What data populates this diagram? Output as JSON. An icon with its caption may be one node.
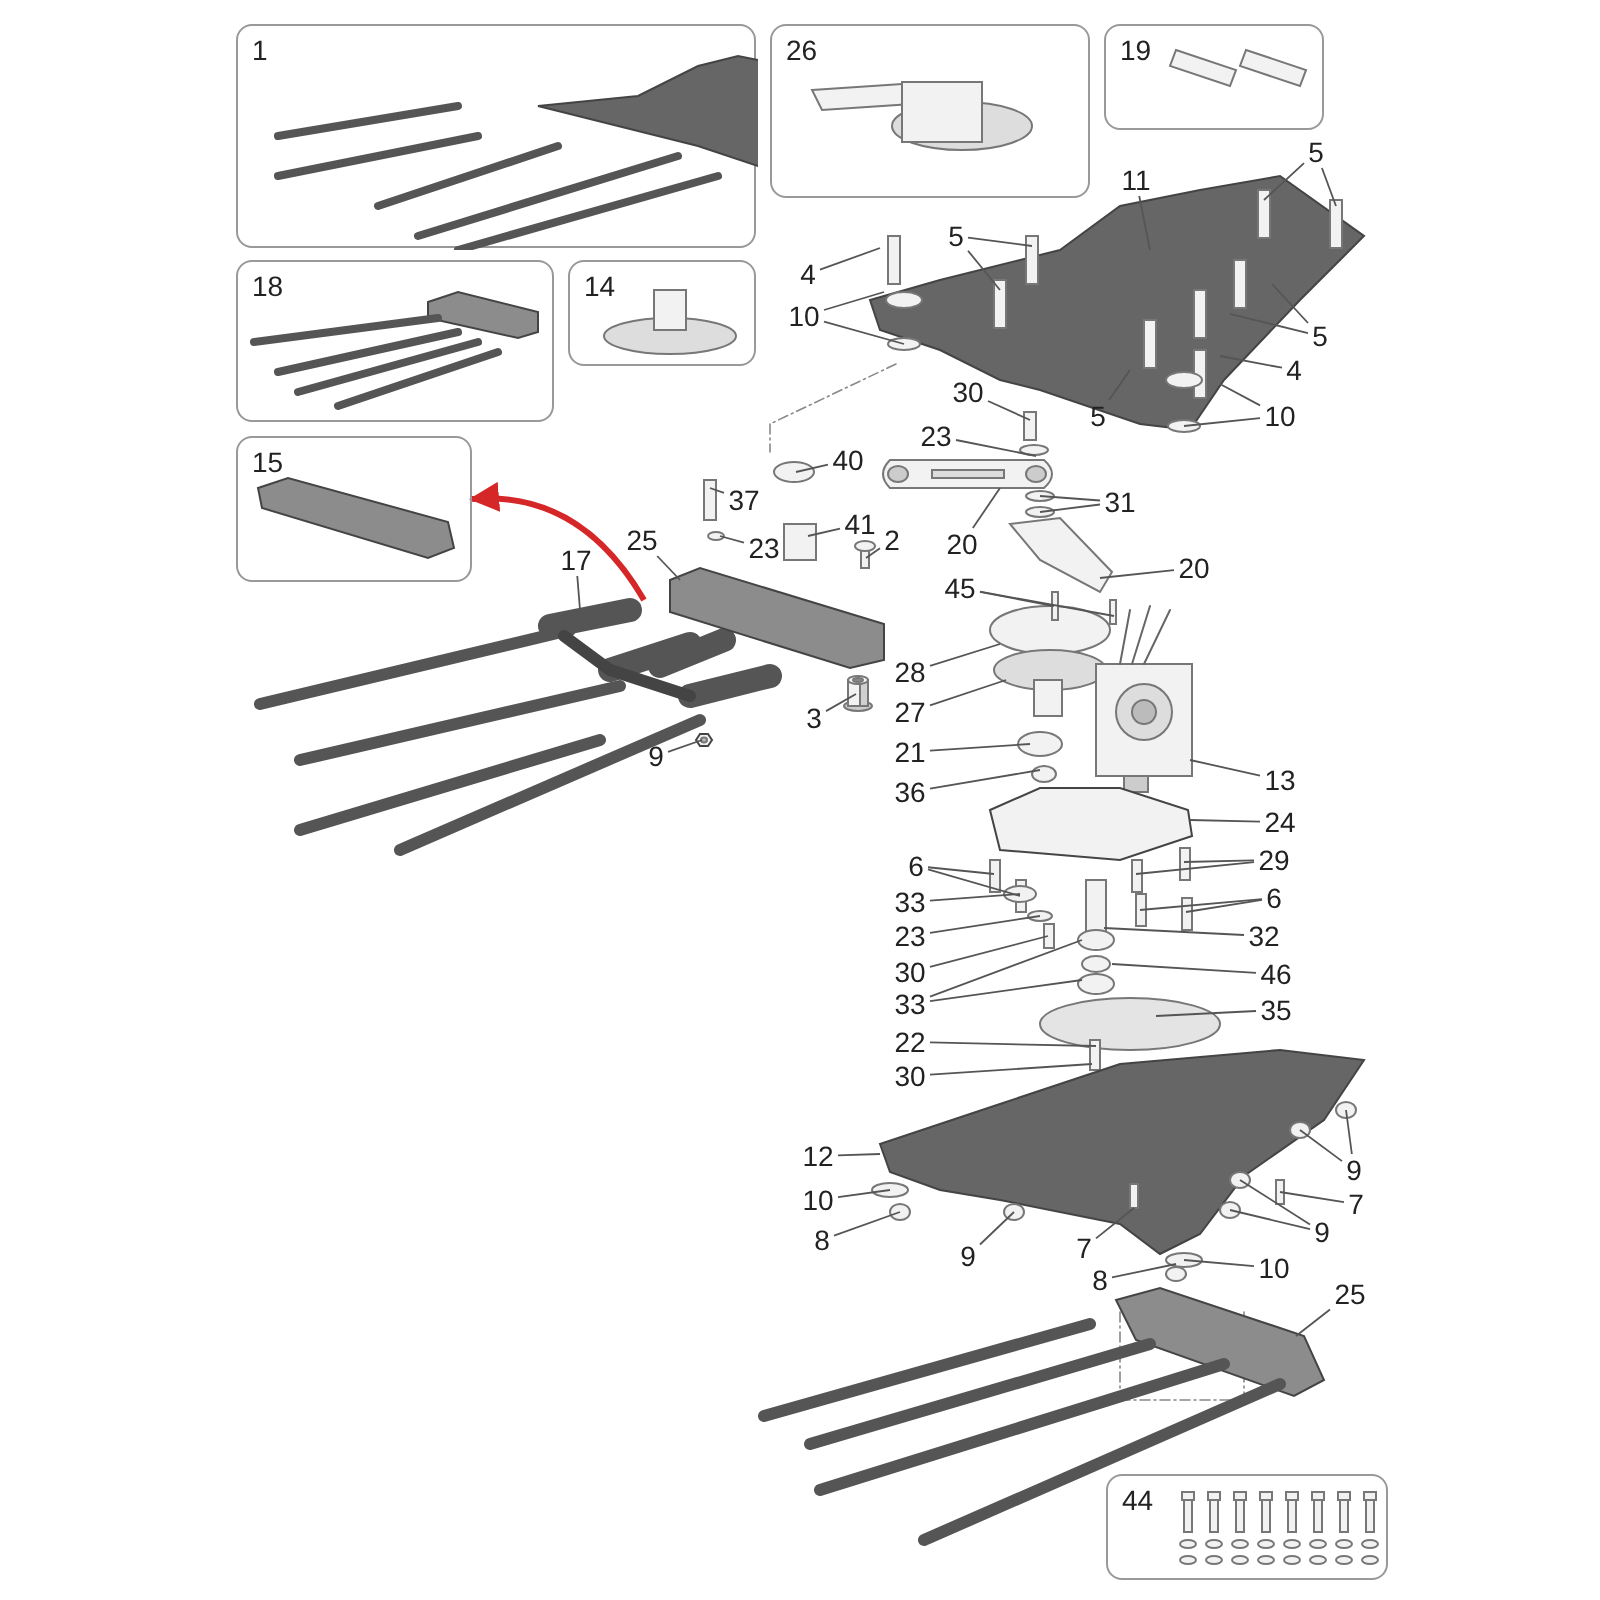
{
  "diagram": {
    "nodes": [
      {
        "text": [
          "1"
        ]
      },
      {
        "text": [
          "26"
        ]
      },
      {
        "text": [
          "19"
        ]
      },
      {
        "text": [
          "18"
        ]
      },
      {
        "text": [
          "14"
        ]
      },
      {
        "text": [
          "15"
        ]
      },
      {
        "text": [
          "11"
        ]
      },
      {
        "text": [
          "5"
        ]
      },
      {
        "text": [
          "4"
        ]
      },
      {
        "text": [
          "5"
        ]
      },
      {
        "text": [
          "10"
        ]
      },
      {
        "text": [
          "5"
        ]
      },
      {
        "text": [
          "4"
        ]
      },
      {
        "text": [
          "5"
        ]
      },
      {
        "text": [
          "10"
        ]
      },
      {
        "text": [
          "30"
        ]
      },
      {
        "text": [
          "23"
        ]
      },
      {
        "text": [
          "40"
        ]
      },
      {
        "text": [
          "31"
        ]
      },
      {
        "text": [
          "37"
        ]
      },
      {
        "text": [
          "41"
        ]
      },
      {
        "text": [
          "2"
        ]
      },
      {
        "text": [
          "20"
        ]
      },
      {
        "text": [
          "25"
        ]
      },
      {
        "text": [
          "23"
        ]
      },
      {
        "text": [
          "17"
        ]
      },
      {
        "text": [
          "20"
        ]
      },
      {
        "text": [
          "45"
        ]
      },
      {
        "text": [
          "28"
        ]
      },
      {
        "text": [
          "27"
        ]
      },
      {
        "text": [
          "3"
        ]
      },
      {
        "text": [
          "21"
        ]
      },
      {
        "text": [
          "9"
        ]
      },
      {
        "text": [
          "13"
        ]
      },
      {
        "text": [
          "36"
        ]
      },
      {
        "text": [
          "24"
        ]
      },
      {
        "text": [
          "6"
        ]
      },
      {
        "text": [
          "29"
        ]
      },
      {
        "text": [
          "6"
        ]
      },
      {
        "text": [
          "33"
        ]
      },
      {
        "text": [
          "23"
        ]
      },
      {
        "text": [
          "32"
        ]
      },
      {
        "text": [
          "30"
        ]
      },
      {
        "text": [
          "46"
        ]
      },
      {
        "text": [
          "33"
        ]
      },
      {
        "text": [
          "35"
        ]
      },
      {
        "text": [
          "22"
        ]
      },
      {
        "text": [
          "30"
        ]
      },
      {
        "text": [
          "12"
        ]
      },
      {
        "text": [
          "9"
        ]
      },
      {
        "text": [
          "10"
        ]
      },
      {
        "text": [
          "7"
        ]
      },
      {
        "text": [
          "9"
        ]
      },
      {
        "text": [
          "8"
        ]
      },
      {
        "text": [
          "9"
        ]
      },
      {
        "text": [
          "7"
        ]
      },
      {
        "text": [
          "8"
        ]
      },
      {
        "text": [
          "10"
        ]
      },
      {
        "text": [
          "25"
        ]
      },
      {
        "text": [
          "44"
        ]
      },
      {
        "text": [],
        "shape": "picture"
      },
      {
        "text": [],
        "shape": "picture"
      },
      {
        "text": [],
        "shape": "picture"
      },
      {
        "text": [],
        "shape": "picture"
      },
      {
        "text": [],
        "shape": "picture"
      },
      {
        "text": [],
        "shape": "picture"
      },
      {
        "text": [],
        "shape": "picture"
      },
      {
        "text": [],
        "shape": "picture"
      },
      {
        "text": [],
        "shape": "picture"
      },
      {
        "text": [],
        "shape": "picture"
      },
      {
        "text": [],
        "shape": "picture"
      },
      {
        "text": [],
        "shape": "picture"
      },
      {
        "text": [],
        "shape": "picture"
      },
      {
        "text": [],
        "shape": "picture"
      },
      {
        "text": [],
        "shape": "picture"
      },
      {
        "text": [],
        "shape": "picture"
      }
    ],
    "edges": [
      {
        "from": 6,
        "to": 60,
        "arrow": "none"
      },
      {
        "from": 7,
        "to": 60,
        "arrow": "none"
      },
      {
        "from": 7,
        "to": 60,
        "arrow": "none"
      },
      {
        "from": 8,
        "to": 60,
        "arrow": "none"
      },
      {
        "from": 9,
        "to": 60,
        "arrow": "none"
      },
      {
        "from": 9,
        "to": 60,
        "arrow": "none"
      },
      {
        "from": 10,
        "to": 60,
        "arrow": "none"
      },
      {
        "from": 10,
        "to": 60,
        "arrow": "none"
      },
      {
        "from": 11,
        "to": 60,
        "arrow": "none"
      },
      {
        "from": 11,
        "to": 60,
        "arrow": "none"
      },
      {
        "from": 12,
        "to": 60,
        "arrow": "none"
      },
      {
        "from": 13,
        "to": 60,
        "arrow": "none"
      },
      {
        "from": 14,
        "to": 60,
        "arrow": "none"
      },
      {
        "from": 14,
        "to": 60,
        "arrow": "none"
      },
      {
        "from": 15,
        "to": 75,
        "arrow": "none"
      },
      {
        "from": 16,
        "to": 75,
        "arrow": "none"
      },
      {
        "from": 17,
        "to": 69,
        "arrow": "none"
      },
      {
        "from": 18,
        "to": 62,
        "arrow": "none"
      },
      {
        "from": 18,
        "to": 62,
        "arrow": "none"
      },
      {
        "from": 19,
        "to": 70,
        "arrow": "none"
      },
      {
        "from": 20,
        "to": 69,
        "arrow": "none"
      },
      {
        "from": 21,
        "to": 71,
        "arrow": "none"
      },
      {
        "from": 22,
        "to": 61,
        "arrow": "none"
      },
      {
        "from": 23,
        "to": 74,
        "arrow": "none"
      },
      {
        "from": 24,
        "to": 70,
        "arrow": "none"
      },
      {
        "from": 25,
        "to": 68,
        "arrow": "none"
      },
      {
        "from": 26,
        "to": 62,
        "arrow": "none"
      },
      {
        "from": 27,
        "to": 63,
        "arrow": "none"
      },
      {
        "from": 27,
        "to": 63,
        "arrow": "none"
      },
      {
        "from": 28,
        "to": 63,
        "arrow": "none"
      },
      {
        "from": 29,
        "to": 63,
        "arrow": "none"
      },
      {
        "from": 30,
        "to": 72,
        "arrow": "none"
      },
      {
        "from": 31,
        "to": 63,
        "arrow": "none"
      },
      {
        "from": 32,
        "to": 73,
        "arrow": "none"
      },
      {
        "from": 33,
        "to": 64,
        "arrow": "none"
      },
      {
        "from": 34,
        "to": 63,
        "arrow": "none"
      },
      {
        "from": 35,
        "to": 65,
        "arrow": "none"
      },
      {
        "from": 36,
        "to": 65,
        "arrow": "none"
      },
      {
        "from": 36,
        "to": 65,
        "arrow": "none"
      },
      {
        "from": 37,
        "to": 65,
        "arrow": "none"
      },
      {
        "from": 37,
        "to": 65,
        "arrow": "none"
      },
      {
        "from": 38,
        "to": 65,
        "arrow": "none"
      },
      {
        "from": 38,
        "to": 65,
        "arrow": "none"
      },
      {
        "from": 39,
        "to": 65,
        "arrow": "none"
      },
      {
        "from": 40,
        "to": 65,
        "arrow": "none"
      },
      {
        "from": 41,
        "to": 65,
        "arrow": "none"
      },
      {
        "from": 42,
        "to": 65,
        "arrow": "none"
      },
      {
        "from": 43,
        "to": 65,
        "arrow": "none"
      },
      {
        "from": 44,
        "to": 65,
        "arrow": "none"
      },
      {
        "from": 44,
        "to": 65,
        "arrow": "none"
      },
      {
        "from": 45,
        "to": 65,
        "arrow": "none"
      },
      {
        "from": 46,
        "to": 65,
        "arrow": "none"
      },
      {
        "from": 47,
        "to": 65,
        "arrow": "none"
      },
      {
        "from": 48,
        "to": 66,
        "arrow": "none"
      },
      {
        "from": 49,
        "to": 66,
        "arrow": "none"
      },
      {
        "from": 49,
        "to": 66,
        "arrow": "none"
      },
      {
        "from": 50,
        "to": 66,
        "arrow": "none"
      },
      {
        "from": 51,
        "to": 66,
        "arrow": "none"
      },
      {
        "from": 52,
        "to": 66,
        "arrow": "none"
      },
      {
        "from": 52,
        "to": 66,
        "arrow": "none"
      },
      {
        "from": 53,
        "to": 66,
        "arrow": "none"
      },
      {
        "from": 54,
        "to": 66,
        "arrow": "none"
      },
      {
        "from": 55,
        "to": 66,
        "arrow": "none"
      },
      {
        "from": 56,
        "to": 66,
        "arrow": "none"
      },
      {
        "from": 57,
        "to": 66,
        "arrow": "none"
      },
      {
        "from": 58,
        "to": 67,
        "arrow": "none"
      },
      {
        "from": 68,
        "to": 5,
        "arrow": "to",
        "color": "#d62728",
        "style": "thick"
      }
    ]
  }
}
